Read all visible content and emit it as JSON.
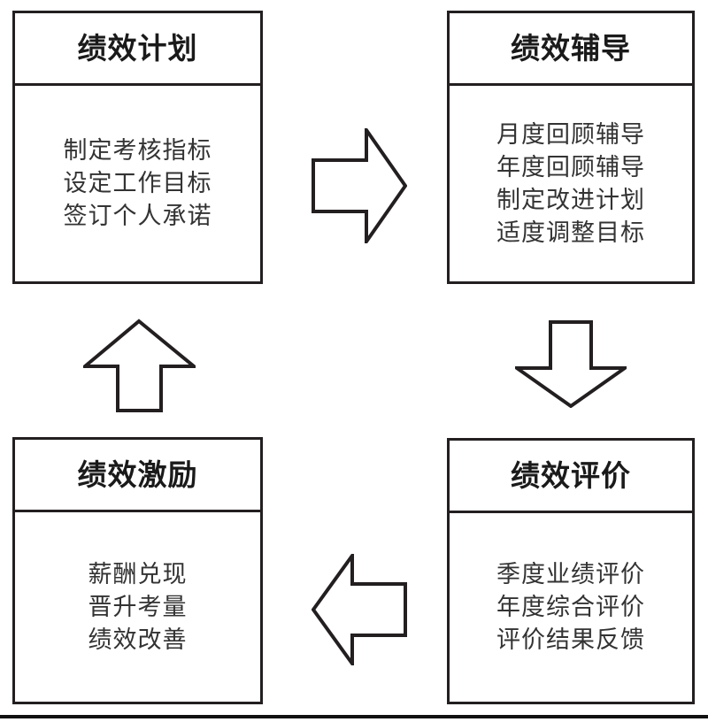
{
  "diagram": {
    "type": "cycle-flowchart",
    "title_semantic": "performance-management-cycle",
    "colors": {
      "stroke": "#231f20",
      "background": "#ffffff",
      "title_text": "#1a1a1a",
      "body_text": "#333333",
      "bottom_rule": "#111111"
    },
    "nodes": [
      {
        "id": "plan",
        "title": "绩效计划",
        "items": [
          "制定考核指标",
          "设定工作目标",
          "签订个人承诺"
        ]
      },
      {
        "id": "coaching",
        "title": "绩效辅导",
        "items": [
          "月度回顾辅导",
          "年度回顾辅导",
          "制定改进计划",
          "适度调整目标"
        ]
      },
      {
        "id": "evaluation",
        "title": "绩效评价",
        "items": [
          "季度业绩评价",
          "年度综合评价",
          "评价结果反馈"
        ]
      },
      {
        "id": "incentive",
        "title": "绩效激励",
        "items": [
          "薪酬兑现",
          "晋升考量",
          "绩效改善"
        ]
      }
    ],
    "arrows": [
      {
        "id": "plan-to-coaching",
        "icon": "arrow-right-icon",
        "direction": "right"
      },
      {
        "id": "coaching-to-evaluation",
        "icon": "arrow-down-icon",
        "direction": "down"
      },
      {
        "id": "evaluation-to-incentive",
        "icon": "arrow-left-icon",
        "direction": "left"
      },
      {
        "id": "incentive-to-plan",
        "icon": "arrow-up-icon",
        "direction": "up"
      }
    ]
  }
}
